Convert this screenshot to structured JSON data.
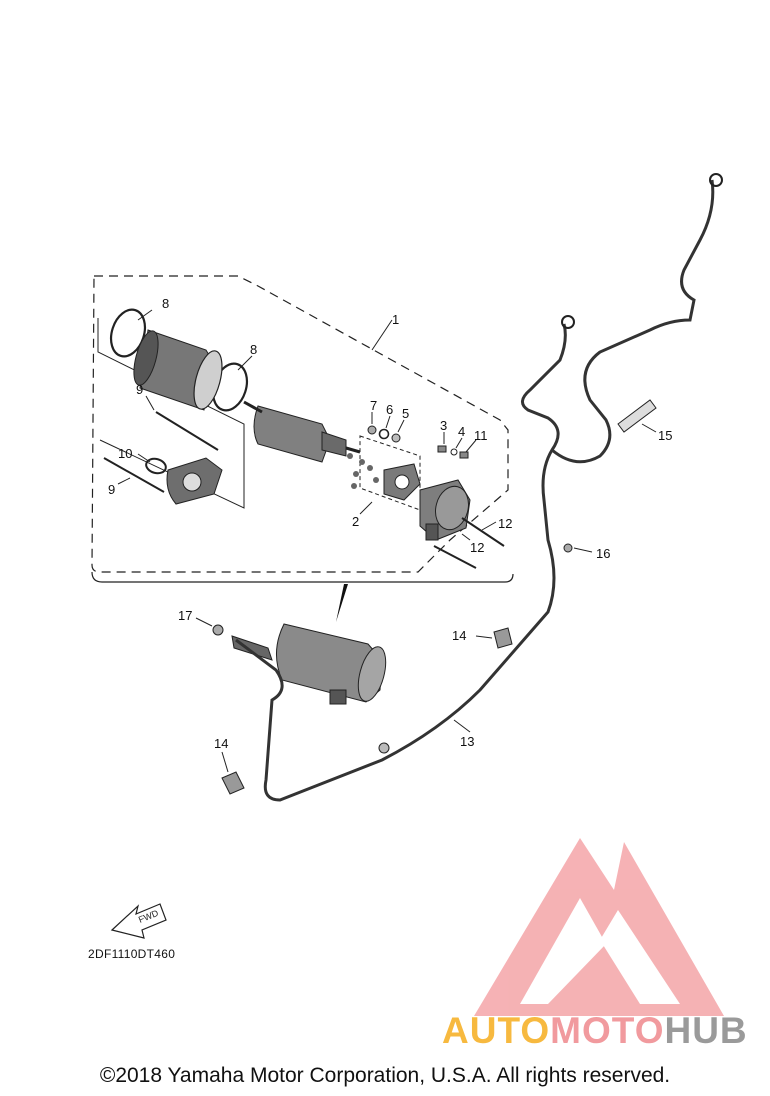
{
  "diagram": {
    "code": "2DF1110DT460",
    "fwd_label": "FWD",
    "copyright": "©2018 Yamaha Motor Corporation, U.S.A. All rights reserved.",
    "callouts": {
      "c1": "1",
      "c2": "2",
      "c3": "3",
      "c4": "4",
      "c5": "5",
      "c6": "6",
      "c7": "7",
      "c8a": "8",
      "c8b": "8",
      "c9a": "9",
      "c9b": "9",
      "c10": "10",
      "c11": "11",
      "c12a": "12",
      "c12b": "12",
      "c13": "13",
      "c14a": "14",
      "c14b": "14",
      "c15": "15",
      "c16": "16",
      "c17": "17"
    }
  },
  "watermark": {
    "part1": "AUTO",
    "part2": "MOTO",
    "part3": "HUB",
    "colors": {
      "auto": "#f7b93f",
      "moto": "#f19a9e",
      "hub": "#9a9a9a",
      "logo": "#f4a5a8"
    }
  }
}
